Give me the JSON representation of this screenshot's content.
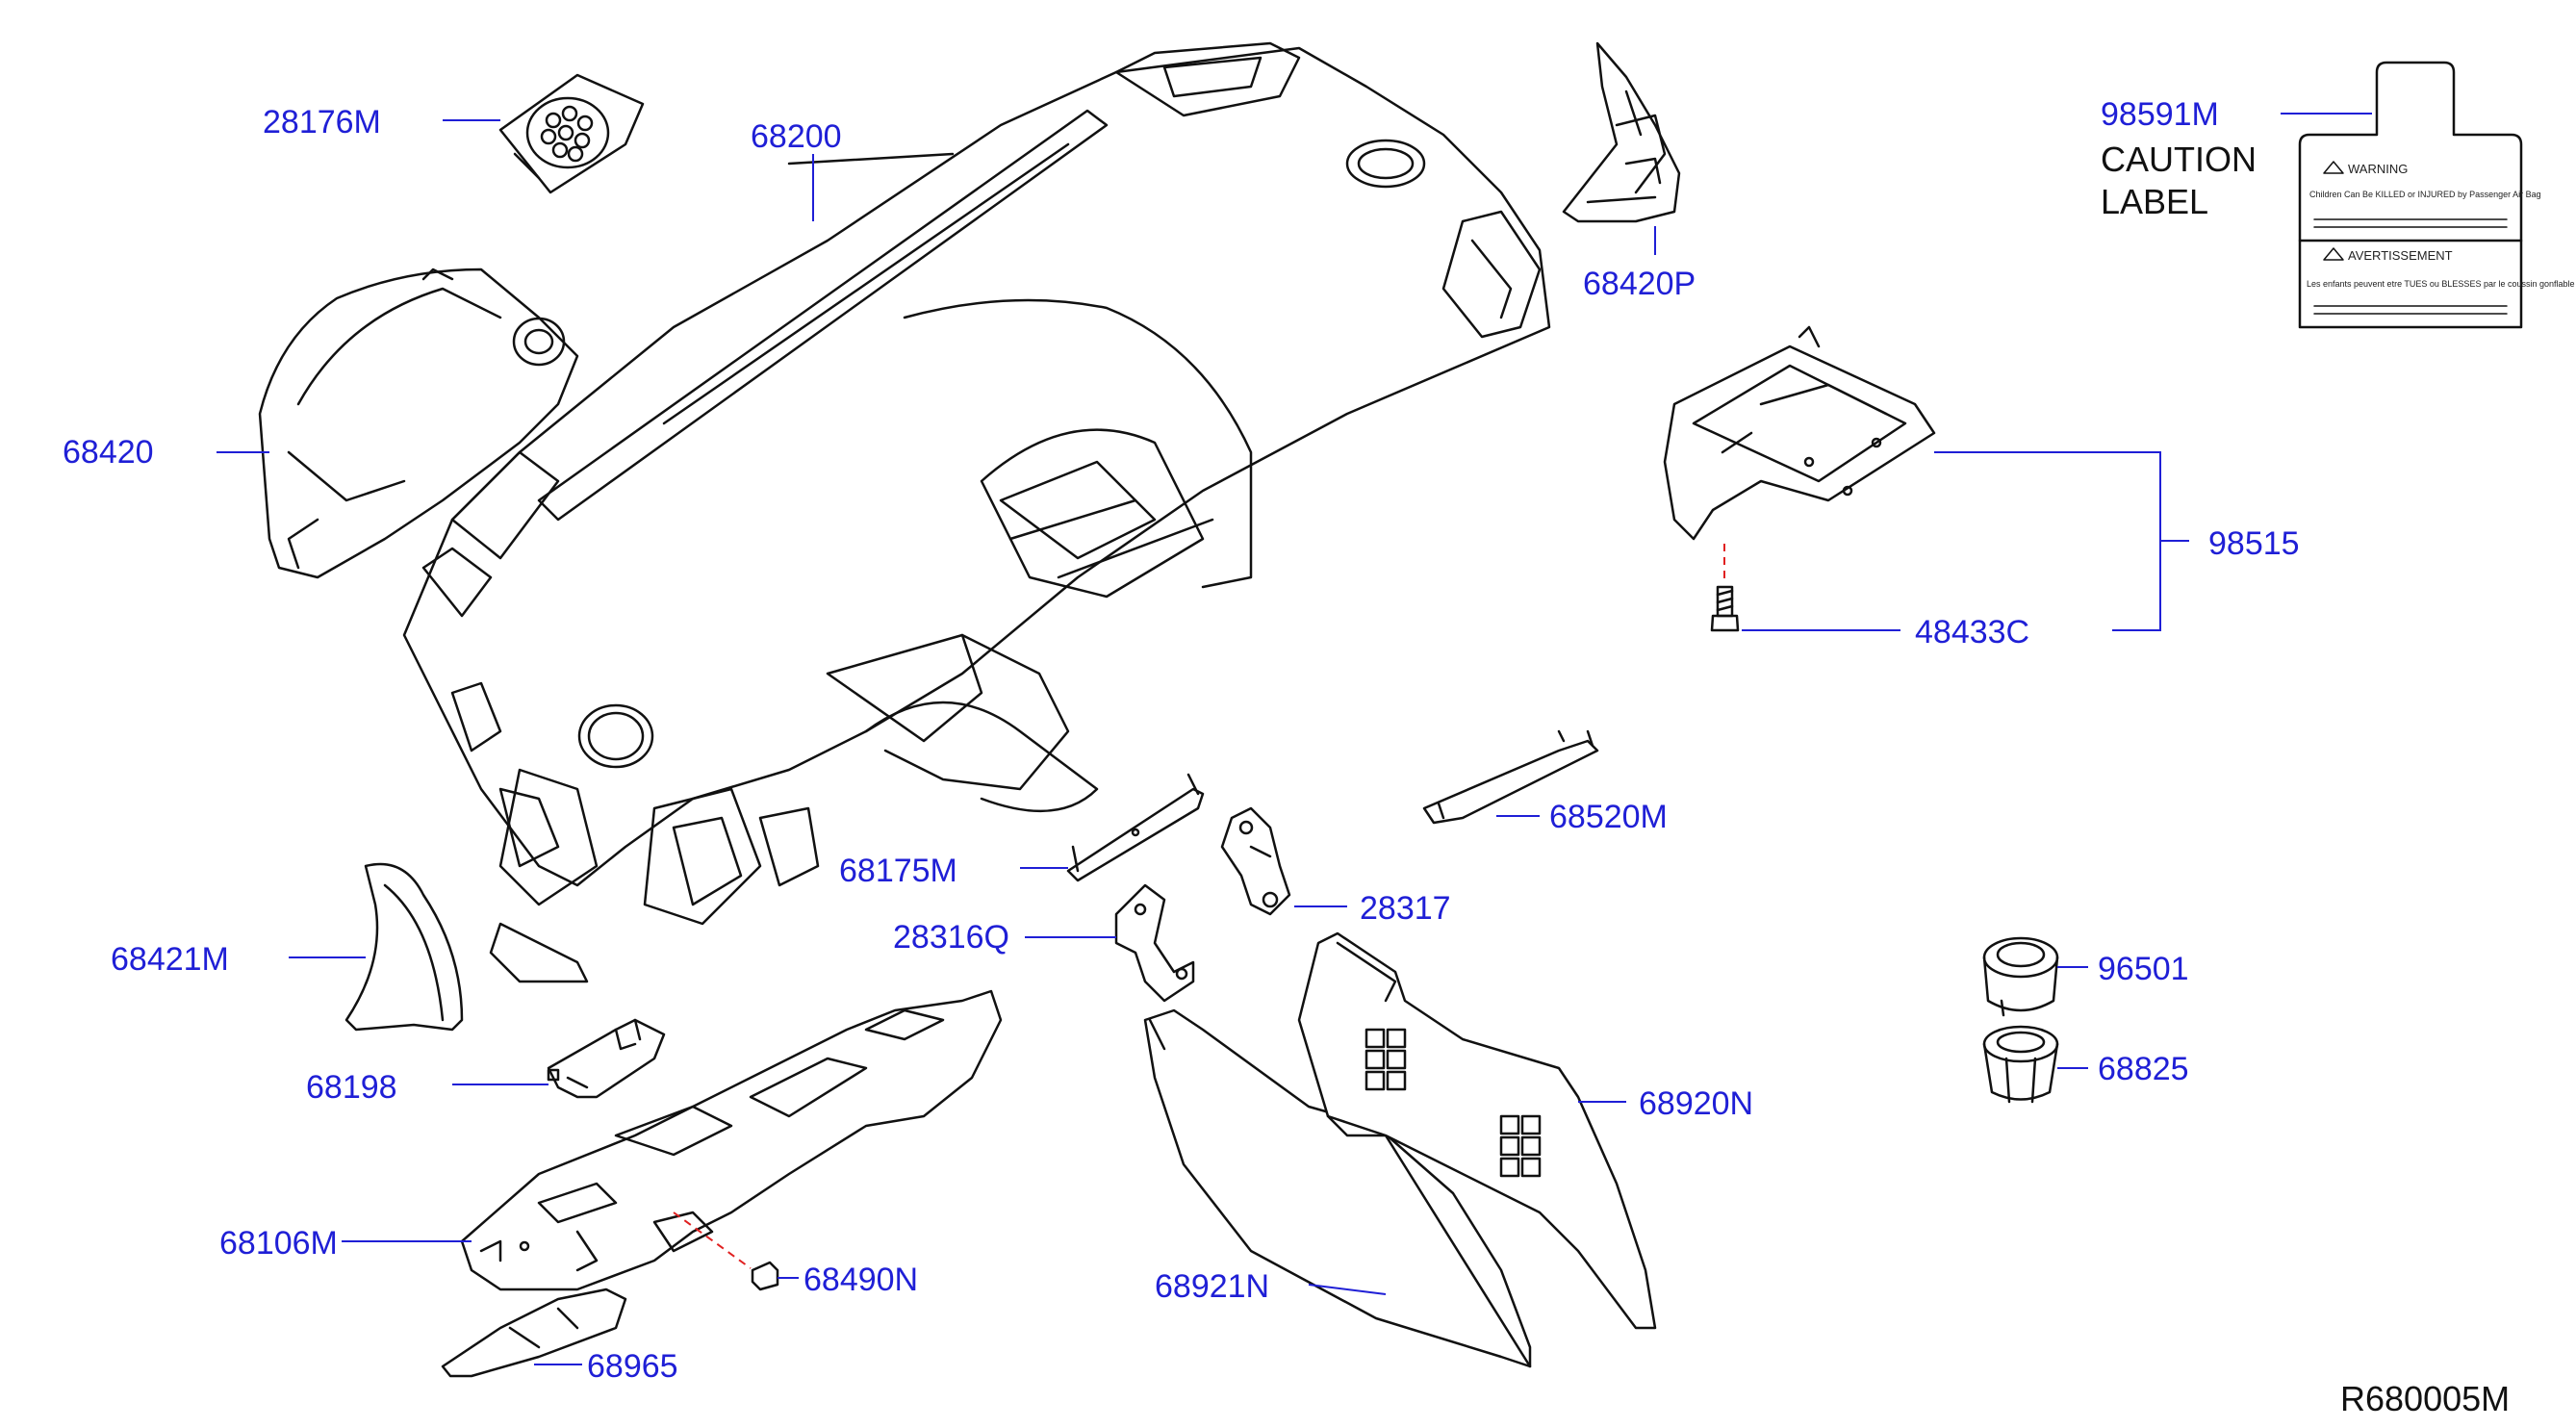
{
  "diagram": {
    "labels": {
      "p28176M": "28176M",
      "p68200": "68200",
      "p68420P": "68420P",
      "p98591M": "98591M",
      "p68420": "68420",
      "p98515": "98515",
      "p48433C": "48433C",
      "p68520M": "68520M",
      "p68175M": "68175M",
      "p28317": "28317",
      "p28316Q": "28316Q",
      "p68421M": "68421M",
      "p96501": "96501",
      "p68825": "68825",
      "p68198": "68198",
      "p68920N": "68920N",
      "p68106M": "68106M",
      "p68490N": "68490N",
      "p68921N": "68921N",
      "p68965": "68965"
    },
    "caution_label": {
      "line1": "CAUTION",
      "line2": "LABEL",
      "warning_heading": "WARNING",
      "warning_text": "Children Can Be KILLED or INJURED by Passenger Air Bag",
      "avertissement_heading": "AVERTISSEMENT",
      "avertissement_text": "Les enfants peuvent etre TUES ou BLESSES par le coussin gonflable du passager"
    },
    "reference_code": "R680005M"
  },
  "colors": {
    "label": "#1f1fd6",
    "line": "#111111",
    "leader": "#1f1fd6",
    "dashed_leader": "#e02020"
  }
}
